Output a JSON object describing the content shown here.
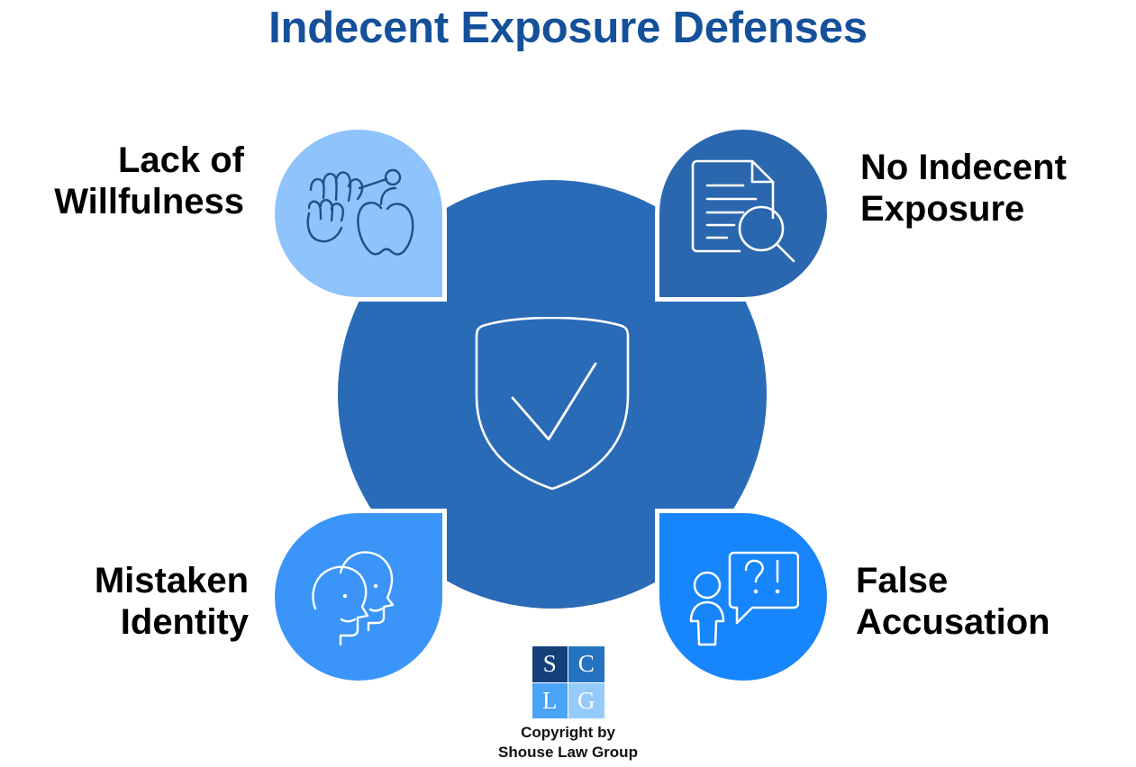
{
  "page": {
    "title": "Indecent Exposure Defenses",
    "title_color": "#15519B",
    "background": "#ffffff"
  },
  "center": {
    "icon": "shield-check-icon",
    "color": "#2A6BB8"
  },
  "defenses": [
    {
      "id": "lack-of-willfulness",
      "label": "Lack of\nWillfulness",
      "position": "top-left",
      "color": "#8EC3FB",
      "icon": "hand-apple-icon",
      "icon_color": "#1F4E8C"
    },
    {
      "id": "no-indecent-exposure",
      "label": "No Indecent\nExposure",
      "position": "top-right",
      "color": "#2B67AE",
      "icon": "document-search-icon",
      "icon_color": "#ffffff"
    },
    {
      "id": "mistaken-identity",
      "label": "Mistaken\nIdentity",
      "position": "bottom-left",
      "color": "#3B95F8",
      "icon": "two-faces-icon",
      "icon_color": "#ffffff"
    },
    {
      "id": "false-accusation",
      "label": "False\nAccusation",
      "position": "bottom-right",
      "color": "#1785FB",
      "icon": "person-speech-bubble-icon",
      "icon_color": "#ffffff"
    }
  ],
  "logo": {
    "cells": [
      {
        "letter": "S",
        "color": "#143F79"
      },
      {
        "letter": "C",
        "color": "#2573C0"
      },
      {
        "letter": "L",
        "color": "#4BA3F5"
      },
      {
        "letter": "G",
        "color": "#94CBFA"
      }
    ],
    "copyright": "Copyright by\nShouse Law Group"
  }
}
